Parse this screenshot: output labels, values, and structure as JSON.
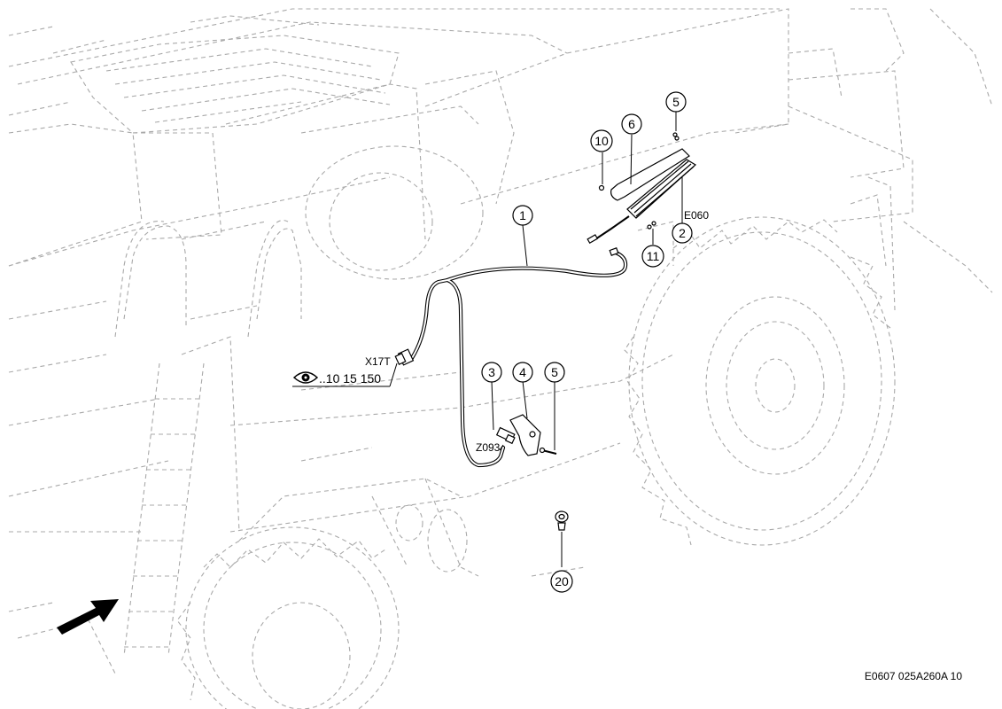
{
  "callouts": {
    "c1": "1",
    "c2": "2",
    "c3": "3",
    "c4": "4",
    "c5a": "5",
    "c5b": "5",
    "c6": "6",
    "c10": "10",
    "c11": "11",
    "c20": "20"
  },
  "labels": {
    "x17t": "X17T",
    "e060": "E060",
    "z093": "Z093",
    "see_ref": "..10 15 150"
  },
  "icons": {
    "eye": "eye-icon",
    "arrow": "direction-arrow-icon"
  },
  "footer": {
    "figure_code": "E0607 025A260A 10"
  }
}
